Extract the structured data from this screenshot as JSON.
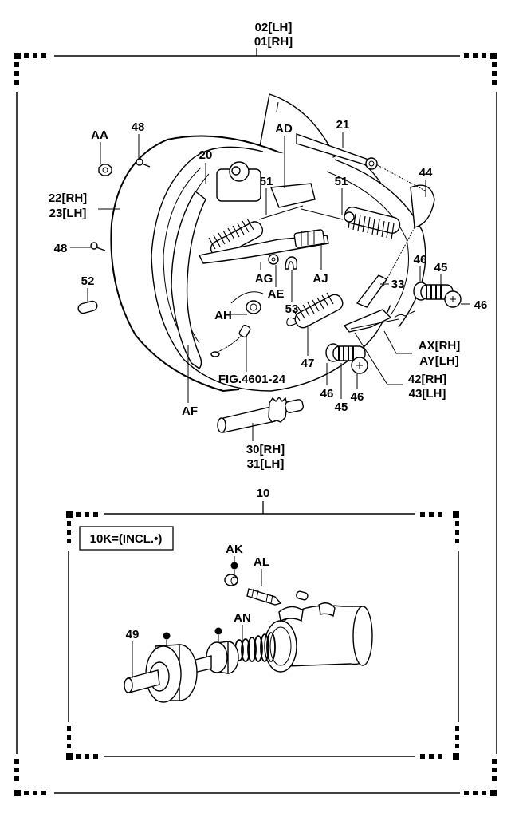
{
  "diagram": {
    "title_top": [
      "02[LH]",
      "01[RH]"
    ],
    "subassembly_callout": "10",
    "kit_note": "10K=(INCL.•)",
    "labels": {
      "AA": "AA",
      "48a": "48",
      "48b": "48",
      "20": "20",
      "AD": "AD",
      "21": "21",
      "44": "44",
      "51a": "51",
      "51b": "51",
      "22_23": [
        "22[RH]",
        "23[LH]"
      ],
      "52": "52",
      "AG": "AG",
      "AE": "AE",
      "AJ": "AJ",
      "AH": "AH",
      "53": "53",
      "33": "33",
      "46a": "46",
      "45a": "45",
      "46b": "46",
      "47": "47",
      "AX_AY": [
        "AX[RH]",
        "AY[LH]"
      ],
      "fig_ref": "FIG.4601-24",
      "AF": "AF",
      "46c": "46",
      "45b": "45",
      "46d": "46",
      "42_43": [
        "42[RH]",
        "43[LH]"
      ],
      "30_31": [
        "30[RH]",
        "31[LH]"
      ],
      "AK": "AK",
      "AL": "AL",
      "AN": "AN",
      "49": "49"
    }
  }
}
